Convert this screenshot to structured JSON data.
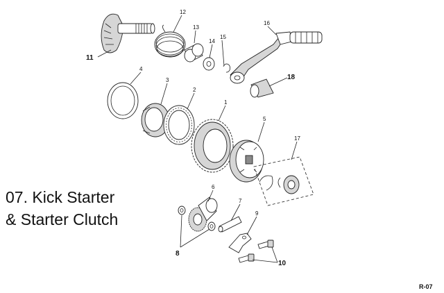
{
  "title": {
    "line1": "07. Kick Starter",
    "line2": "& Starter Clutch"
  },
  "page_ref": "R-07",
  "callouts": {
    "c1": "1",
    "c2": "2",
    "c3": "3",
    "c4": "4",
    "c5": "5",
    "c6": "6",
    "c7": "7",
    "c8": "8",
    "c9": "9",
    "c10": "10",
    "c11": "11",
    "c12": "12",
    "c13": "13",
    "c14": "14",
    "c15": "15",
    "c16": "16",
    "c17": "17",
    "c18": "18"
  },
  "colors": {
    "ink": "#222222",
    "background": "#ffffff",
    "shade": "#d6d6d6"
  }
}
